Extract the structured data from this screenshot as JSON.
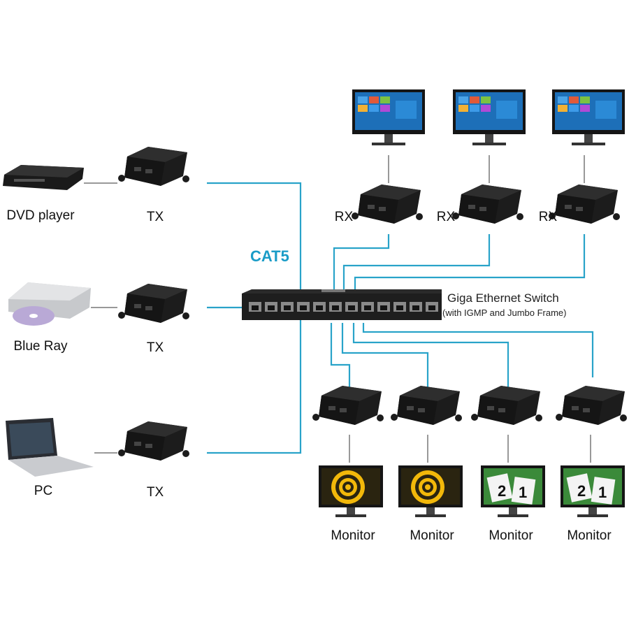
{
  "cable_label": "CAT5",
  "switch": {
    "title": "Giga Ethernet Switch",
    "subtitle": "(with IGMP and Jumbo Frame)"
  },
  "sources": [
    {
      "device": "DVD player",
      "unit": "TX"
    },
    {
      "device": "Blue Ray",
      "unit": "TX"
    },
    {
      "device": "PC",
      "unit": "TX"
    }
  ],
  "receivers_top": [
    "RX",
    "RX",
    "RX"
  ],
  "monitors_bottom": [
    "Monitor",
    "Monitor",
    "Monitor",
    "Monitor"
  ],
  "colors": {
    "cable": "#29a3c9",
    "device": "#1c1c1c",
    "hdmi_line": "#999999"
  }
}
